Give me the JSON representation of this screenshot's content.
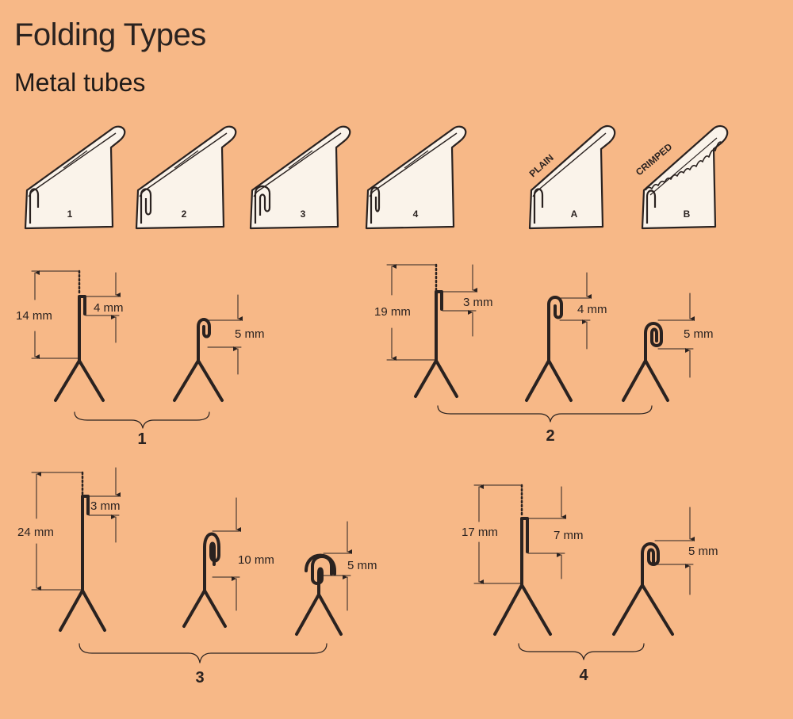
{
  "title": "Folding Types",
  "subtitle": "Metal tubes",
  "tubes": {
    "t1": "1",
    "t2": "2",
    "t3": "3",
    "t4": "4",
    "tA": "A",
    "tB": "B",
    "plain": "PLAIN",
    "crimped": "CRIMPED"
  },
  "groups": {
    "g1": {
      "number": "1",
      "total": "14 mm",
      "step1": "4 mm",
      "step2": "5 mm"
    },
    "g2": {
      "number": "2",
      "total": "19 mm",
      "step1": "3 mm",
      "step2": "4 mm",
      "step3": "5 mm"
    },
    "g3": {
      "number": "3",
      "total": "24 mm",
      "step1": "3 mm",
      "step2": "10 mm",
      "step3": "5 mm"
    },
    "g4": {
      "number": "4",
      "total": "17 mm",
      "step1": "7 mm",
      "step2": "5 mm"
    }
  },
  "colors": {
    "background": "#F7B887",
    "ink": "#2a2220",
    "tube_fill": "#FAF3EA"
  }
}
